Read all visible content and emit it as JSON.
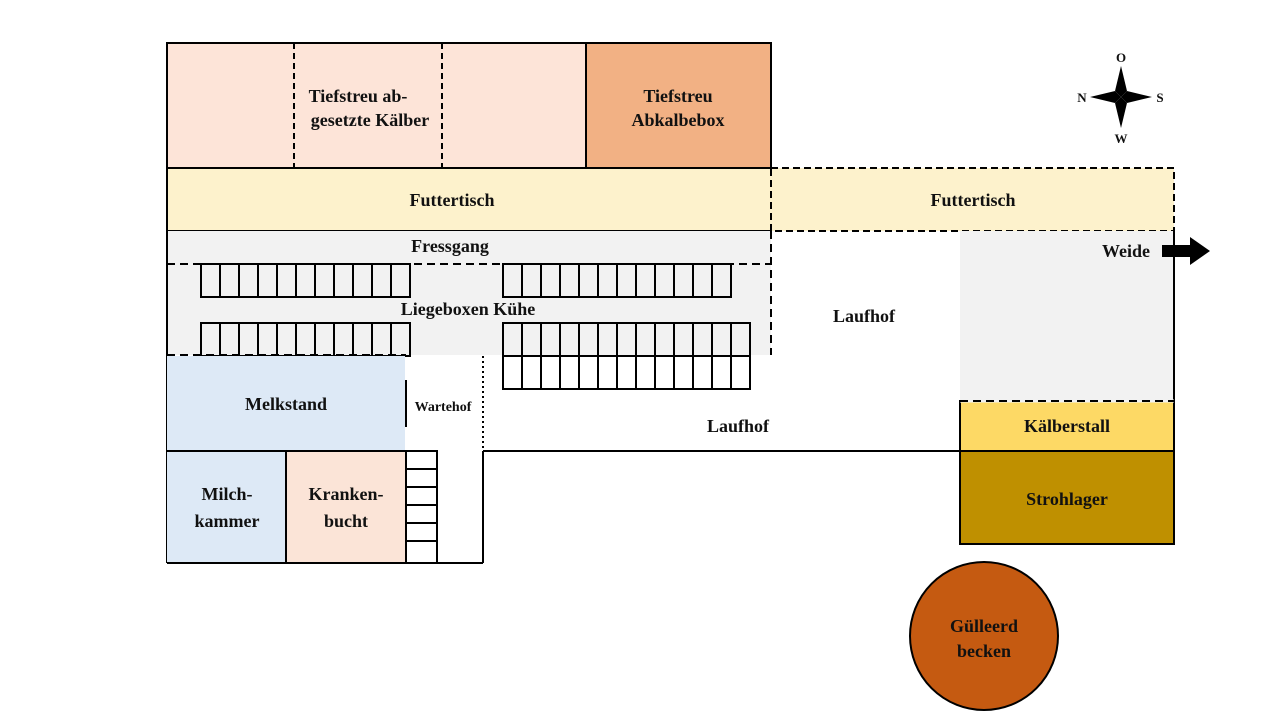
{
  "labels": {
    "tiefstreu_kaelber_1": "Tiefstreu ab-",
    "tiefstreu_kaelber_2": "gesetzte Kälber",
    "abkalbebox_1": "Tiefstreu",
    "abkalbebox_2": "Abkalbebox",
    "futtertisch_left": "Futtertisch",
    "futtertisch_right": "Futtertisch",
    "fressgang": "Fressgang",
    "liegeboxen": "Liegeboxen Kühe",
    "laufhof_upper": "Laufhof",
    "laufhof_lower": "Laufhof",
    "weide": "Weide",
    "melkstand": "Melkstand",
    "wartehof": "Wartehof",
    "milchkammer_1": "Milch-",
    "milchkammer_2": "kammer",
    "krankenbucht_1": "Kranken-",
    "krankenbucht_2": "bucht",
    "kaelberstall": "Kälberstall",
    "strohlager": "Strohlager",
    "guelle_1": "Gülleerd",
    "guelle_2": "becken"
  },
  "compass": {
    "north": "N",
    "east": "O",
    "south": "S",
    "west": "W"
  },
  "colors": {
    "kaelber": "#fde4d8",
    "abkalbebox": "#f2b184",
    "futtertisch": "#fdf2cc",
    "gray_area": "#f2f2f2",
    "melkstand": "#dde9f6",
    "milchkammer": "#dde9f6",
    "krankenbucht": "#fbe4d7",
    "kaelberstall": "#fdd965",
    "strohlager": "#bf9000",
    "guelle": "#c55a11"
  }
}
